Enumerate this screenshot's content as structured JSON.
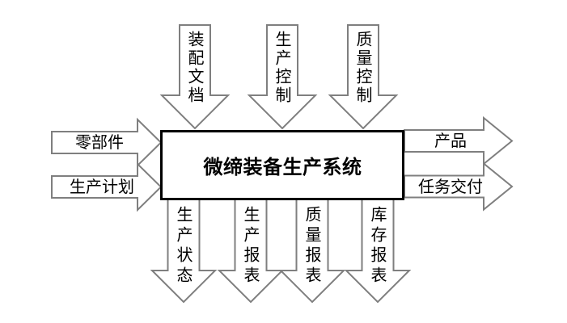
{
  "diagram": {
    "box": {
      "title": "微缔装备生产系统",
      "border_color": "#000000",
      "fill_color": "#ffffff"
    },
    "top_inputs": [
      {
        "label": "装配文档",
        "direction": "down-into-box"
      },
      {
        "label": "生产控制",
        "direction": "down-into-box"
      },
      {
        "label": "质量控制",
        "direction": "down-into-box"
      }
    ],
    "left_inputs": [
      {
        "label": "零部件",
        "direction": "right-into-box"
      },
      {
        "label": "生产计划",
        "direction": "right-into-box"
      }
    ],
    "right_outputs": [
      {
        "label": "产品",
        "direction": "right-out-of-box"
      },
      {
        "label": "任务交付",
        "direction": "right-out-of-box"
      }
    ],
    "bottom_outputs": [
      {
        "label": "生产状态",
        "direction": "down-out-of-box"
      },
      {
        "label": "生产报表",
        "direction": "down-out-of-box"
      },
      {
        "label": "质量报表",
        "direction": "down-out-of-box"
      },
      {
        "label": "库存报表",
        "direction": "down-out-of-box"
      }
    ],
    "colors": {
      "arrow_outline": "#7f7f7f",
      "arrow_fill": "#ffffff",
      "text": "#000000",
      "background": "#ffffff"
    }
  }
}
